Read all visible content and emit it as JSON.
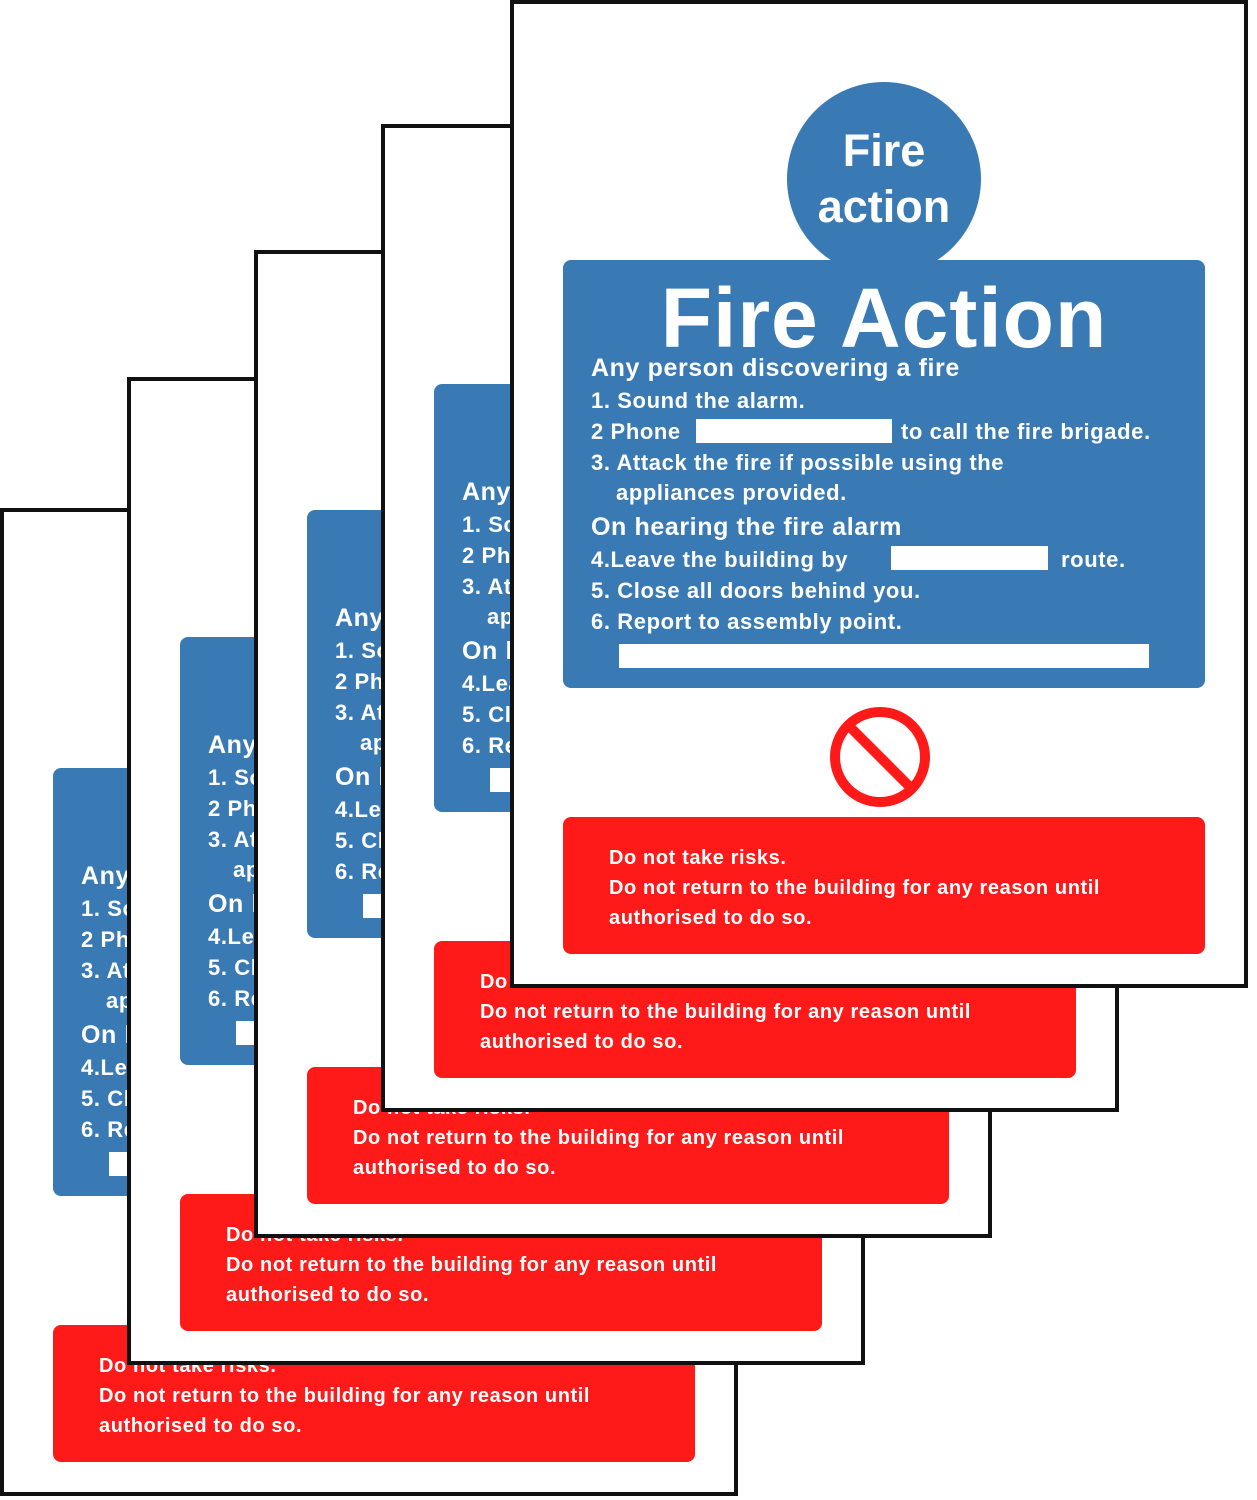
{
  "sign": {
    "circle_line1": "Fire",
    "circle_line2": "action",
    "title": "Fire Action",
    "heading_discover": "Any person discovering a fire",
    "step1": "1. Sound the alarm.",
    "step2_prefix": "2 Phone",
    "step2_suffix": "to call the fire brigade.",
    "step3_line1": "3. Attack the fire if  possible using the",
    "step3_line2": "appliances provided.",
    "heading_alarm": "On hearing the fire alarm",
    "step4_prefix": "4.Leave the building by",
    "step4_suffix": "route.",
    "step5": "5. Close all doors behind you.",
    "step6": "6. Report to assembly point.",
    "warning1": "Do not take risks.",
    "warning2": "Do not return to the building for any reason until",
    "warning3": "authorised to do so.",
    "colors": {
      "blue": "#3a7ab4",
      "red": "#ff1a1a",
      "border": "#111111"
    },
    "prohibition_icon": "prohibition-icon"
  }
}
